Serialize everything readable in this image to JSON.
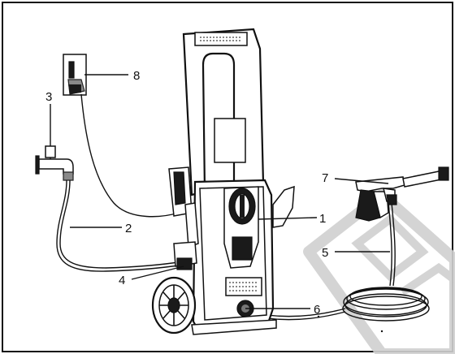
{
  "diagram": {
    "callouts": [
      {
        "id": "1",
        "label": "1"
      },
      {
        "id": "2",
        "label": "2"
      },
      {
        "id": "3",
        "label": "3"
      },
      {
        "id": "4",
        "label": "4"
      },
      {
        "id": "5",
        "label": "5"
      },
      {
        "id": "6",
        "label": "6"
      },
      {
        "id": "7",
        "label": "7"
      },
      {
        "id": "8",
        "label": "8"
      }
    ],
    "colors": {
      "line": "#111111",
      "watermark": "#d0d0d0",
      "background": "#ffffff"
    },
    "icons": [
      "wall-mount-icon",
      "water-tap-icon",
      "pressure-washer-icon",
      "spray-gun-icon",
      "hose-reel-icon"
    ]
  }
}
